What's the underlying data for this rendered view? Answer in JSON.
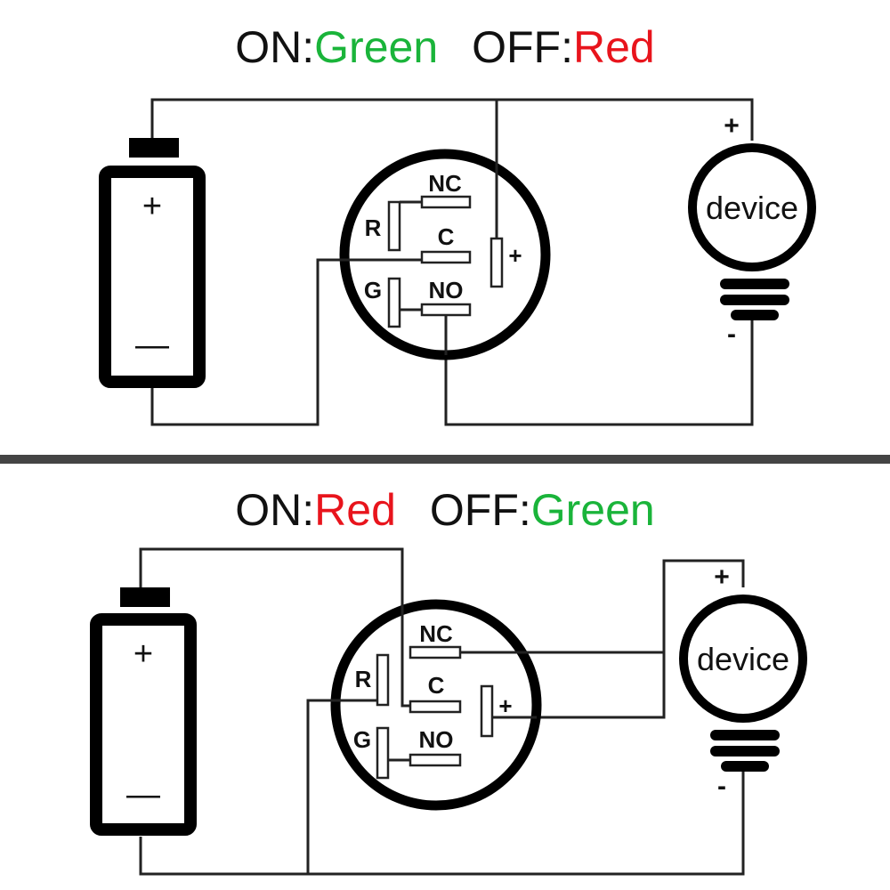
{
  "colors": {
    "green": "#1ab43a",
    "red": "#e8141c",
    "black": "#111111",
    "divider": "#444444"
  },
  "top": {
    "title": {
      "on_label": "ON:",
      "on_color": "Green",
      "off_label": "OFF:",
      "off_color": "Red"
    },
    "battery": {
      "plus": "+",
      "minus": "—"
    },
    "switch": {
      "nc": "NC",
      "c": "C",
      "no": "NO",
      "r": "R",
      "g": "G",
      "plus": "+"
    },
    "device": {
      "label": "device",
      "plus": "+",
      "minus": "-"
    }
  },
  "bottom": {
    "title": {
      "on_label": "ON:",
      "on_color": "Red",
      "off_label": "OFF:",
      "off_color": "Green"
    },
    "battery": {
      "plus": "+",
      "minus": "—"
    },
    "switch": {
      "nc": "NC",
      "c": "C",
      "no": "NO",
      "r": "R",
      "g": "G",
      "plus": "+"
    },
    "device": {
      "label": "device",
      "plus": "+",
      "minus": "-"
    }
  }
}
